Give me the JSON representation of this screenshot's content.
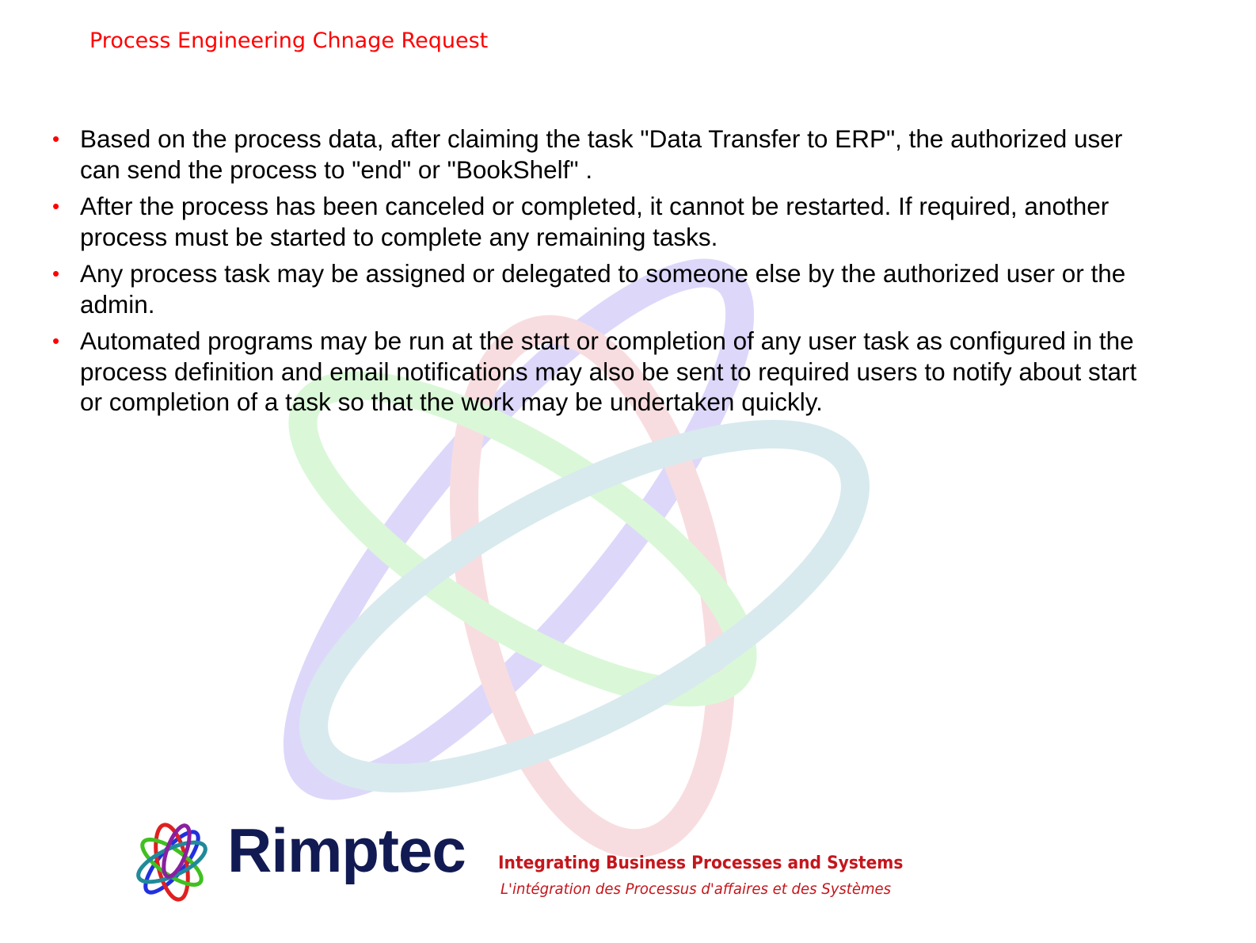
{
  "slide": {
    "title": "Process Engineering Chnage Request",
    "bullets": [
      "Based on the process data, after claiming the task \"Data Transfer to ERP\", the authorized user can send the process to \"end\" or \"BookShelf\" .",
      "After the process has been canceled or completed, it cannot be restarted. If required, another process must be started to complete any remaining tasks.",
      "Any process task may be assigned or delegated to someone else by the authorized user or the admin.",
      "Automated programs may be run at the start or completion of any user task as configured in the process definition and email notifications may also be sent to required users to notify about start or completion of a task so that the work may be undertaken quickly."
    ],
    "bullet_symbol": "•"
  },
  "footer": {
    "brand": "Rimptec",
    "tagline_en": "Integrating Business Processes and Systems",
    "tagline_fr": "L'intégration des Processus d'affaires et des Systèmes"
  },
  "colors": {
    "accent": "#ff0000",
    "brand": "#111a52",
    "tagline": "#c4161c"
  }
}
